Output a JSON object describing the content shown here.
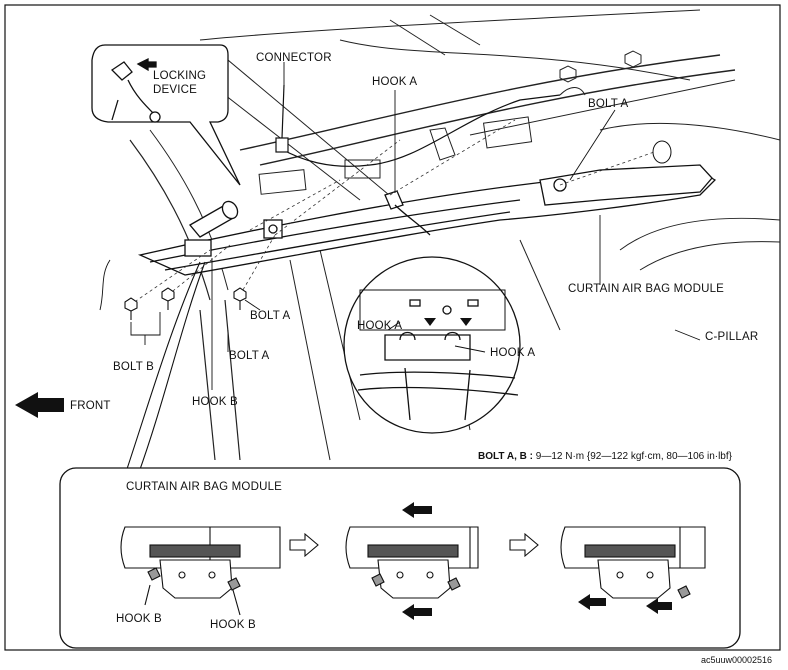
{
  "labels": {
    "connector": "CONNECTOR",
    "locking": "LOCKING",
    "device": "DEVICE",
    "hook_a_top": "HOOK A",
    "bolt_a_top": "BOLT A",
    "bolt_a_mid": "BOLT A",
    "bolt_a_low": "BOLT A",
    "bolt_b": "BOLT B",
    "hook_b_main": "HOOK B",
    "curtain_module": "CURTAIN AIR BAG MODULE",
    "c_pillar": "C-PILLAR",
    "hook_a_detail_left": "HOOK A",
    "hook_a_detail_right": "HOOK A",
    "front": "FRONT",
    "panel_title": "CURTAIN AIR BAG MODULE",
    "hook_b_left": "HOOK B",
    "hook_b_right": "HOOK B"
  },
  "torque_spec": {
    "prefix": "BOLT A, B : ",
    "value": "9—12 N·m {92—122 kgf·cm, 80—106 in·lbf}"
  },
  "figure_code": "ac5uuw00002516",
  "icons": [
    "front-arrow-icon",
    "step-arrow-icon",
    "direction-arrow-icon"
  ]
}
